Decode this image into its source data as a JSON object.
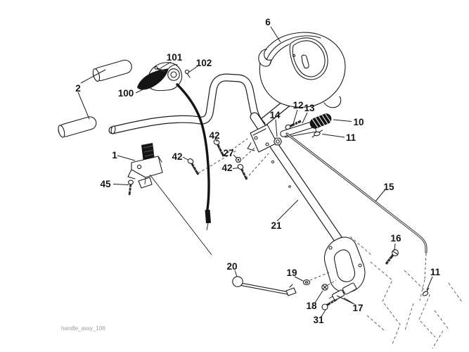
{
  "diagram": {
    "caption": "handle_assy_106",
    "colors": {
      "line": "#1c1c1c",
      "part_black": "#141414",
      "background": "#ffffff",
      "caption": "#9b9b9b"
    },
    "callouts": [
      {
        "label": "6",
        "ref": "console-cover"
      },
      {
        "label": "101",
        "ref": "throttle-lever-pin"
      },
      {
        "label": "102",
        "ref": "throttle-screw"
      },
      {
        "label": "2",
        "ref": "handle-grips"
      },
      {
        "label": "100",
        "ref": "throttle-control"
      },
      {
        "label": "14",
        "ref": "flange-nut"
      },
      {
        "label": "12",
        "ref": "hex-bolt"
      },
      {
        "label": "13",
        "ref": "pivot-tube"
      },
      {
        "label": "10",
        "ref": "lever-grip"
      },
      {
        "label": "11",
        "ref": "retainer-clip-upper"
      },
      {
        "label": "42",
        "ref": "screw-upper"
      },
      {
        "label": "27",
        "ref": "lock-nut"
      },
      {
        "label": "42",
        "ref": "screw-left"
      },
      {
        "label": "42",
        "ref": "screw-lower"
      },
      {
        "label": "1",
        "ref": "handle-bracket"
      },
      {
        "label": "45",
        "ref": "carriage-bolt"
      },
      {
        "label": "15",
        "ref": "depth-stake-rod"
      },
      {
        "label": "21",
        "ref": "handle-tube"
      },
      {
        "label": "16",
        "ref": "hex-bolt-lower"
      },
      {
        "label": "20",
        "ref": "shift-lever"
      },
      {
        "label": "19",
        "ref": "washer"
      },
      {
        "label": "11",
        "ref": "retainer-clip-lower"
      },
      {
        "label": "18",
        "ref": "flange-nut-lower"
      },
      {
        "label": "17",
        "ref": "spacer-pads"
      },
      {
        "label": "31",
        "ref": "bolt-lower"
      }
    ]
  }
}
